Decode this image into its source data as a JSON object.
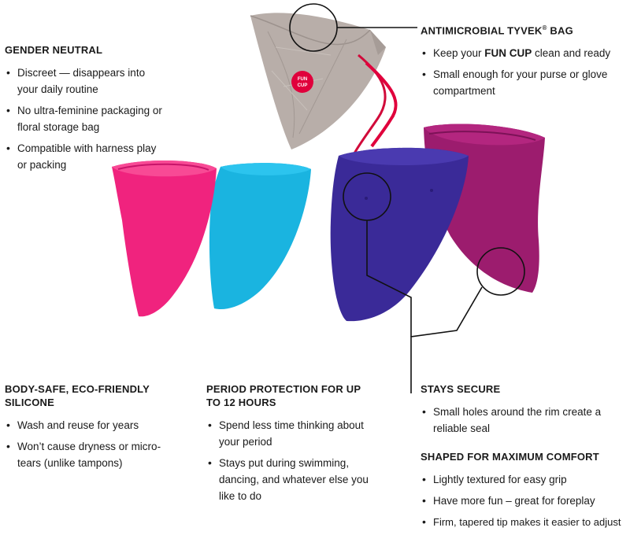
{
  "colors": {
    "pink": "#f0237e",
    "cyan": "#1ab4e0",
    "indigo": "#3a2a98",
    "plum": "#9c1c6e",
    "bag": "#b5aba6",
    "bag_ribbon": "#e0003c"
  },
  "bag": {
    "logo_line1": "FUN",
    "logo_line2": "CUP"
  },
  "gender_neutral": {
    "title": "GENDER NEUTRAL",
    "items": [
      "Discreet — disappears into your daily routine",
      "No ultra-feminine packaging or floral storage bag",
      "Compatible with harness play or packing"
    ]
  },
  "tyvek_bag": {
    "title": "ANTIMICROBIAL TYVEK",
    "title_mark": "®",
    "title_suffix": " BAG",
    "item1_pre": "Keep your ",
    "item1_bold": "FUN CUP",
    "item1_post": " clean and ready",
    "item2": "Small enough for your purse or glove compartment"
  },
  "body_safe": {
    "title": "BODY-SAFE, ECO-FRIENDLY SILICONE",
    "items": [
      "Wash and reuse for years",
      "Won’t cause dryness or micro-tears (unlike tampons)"
    ]
  },
  "period_protection": {
    "title": "PERIOD PROTECTION FOR UP TO 12 HOURS",
    "items": [
      "Spend less time thinking about your period",
      "Stays put during swimming, dancing, and whatever else you like to do"
    ]
  },
  "stays_secure": {
    "title": "STAYS SECURE",
    "items": [
      "Small holes around the rim create a reliable seal"
    ]
  },
  "shaped": {
    "title": "SHAPED FOR MAXIMUM COMFORT",
    "items": [
      "Lightly textured for easy grip",
      "Have more fun – great for foreplay",
      "Firm, tapered tip makes it easier to adjust"
    ]
  }
}
